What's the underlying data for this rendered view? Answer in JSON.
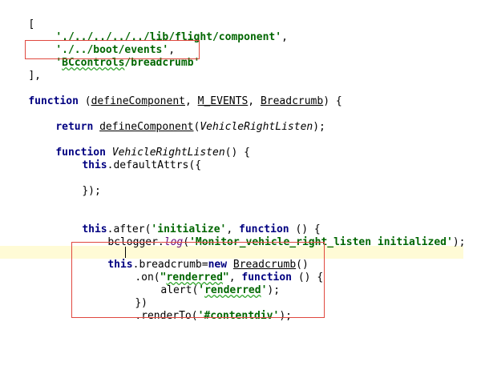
{
  "code": {
    "l1": "[",
    "l2_str": "'./../../../../lib/flight/component'",
    "l2_tail": ",",
    "l3_str": "'./../boot/events'",
    "l3_tail": ",",
    "l4_q1": "'",
    "l4_wavy": "BCcontrols",
    "l4_rest": "/breadcrumb'",
    "l5": "],",
    "l7_kw": "function",
    "l7_a": " (",
    "l7_p1": "defineComponent",
    "l7_b": ", ",
    "l7_p2": "M_EVENTS",
    "l7_c": ", ",
    "l7_p3": "Breadcrumb",
    "l7_d": ") {",
    "l9_kw": "return",
    "l9_sp": " ",
    "l9_fn": "defineComponent",
    "l9_a": "(",
    "l9_arg": "VehicleRightListen",
    "l9_b": ");",
    "l11_kw": "function",
    "l11_sp": " ",
    "l11_fn": "VehicleRightListen",
    "l11_rest": "() {",
    "l12_kw": "this",
    "l12_dot": ".",
    "l12_m": "defaultAttrs",
    "l12_rest": "({",
    "l14": "});",
    "l17_kw": "this",
    "l17_dot": ".",
    "l17_m": "after",
    "l17_a": "(",
    "l17_str": "'initialize'",
    "l17_b": ", ",
    "l17_kw2": "function",
    "l17_c": " () {",
    "l18_a": "bclogger.",
    "l18_log": "log",
    "l18_b": "(",
    "l18_str": "'Monitor_vehicle_right_listen initialized'",
    "l18_c": ");",
    "l20_kw": "this",
    "l20_dot": ".",
    "l20_prop": "breadcrumb",
    "l20_eq": "=",
    "l20_new": "new",
    "l20_sp": " ",
    "l20_cls": "Breadcrumb",
    "l20_end": "()",
    "l21_a": ".on(",
    "l21_q": "\"",
    "l21_wavy": "renderred",
    "l21_q2": "\"",
    "l21_b": ", ",
    "l21_kw": "function",
    "l21_c": " () {",
    "l22_a": "alert(",
    "l22_q": "'",
    "l22_wavy": "renderred",
    "l22_q2": "'",
    "l22_c": ");",
    "l23": "})",
    "l24_a": ".renderTo(",
    "l24_str": "'#contentdiv'",
    "l24_c": ");",
    "l27": "});"
  },
  "colors": {
    "keyword": "#000080",
    "string": "#006600",
    "caret_line": "#fffbd6",
    "highlight_box": "#e0483f",
    "spell_wave": "#36a832"
  }
}
